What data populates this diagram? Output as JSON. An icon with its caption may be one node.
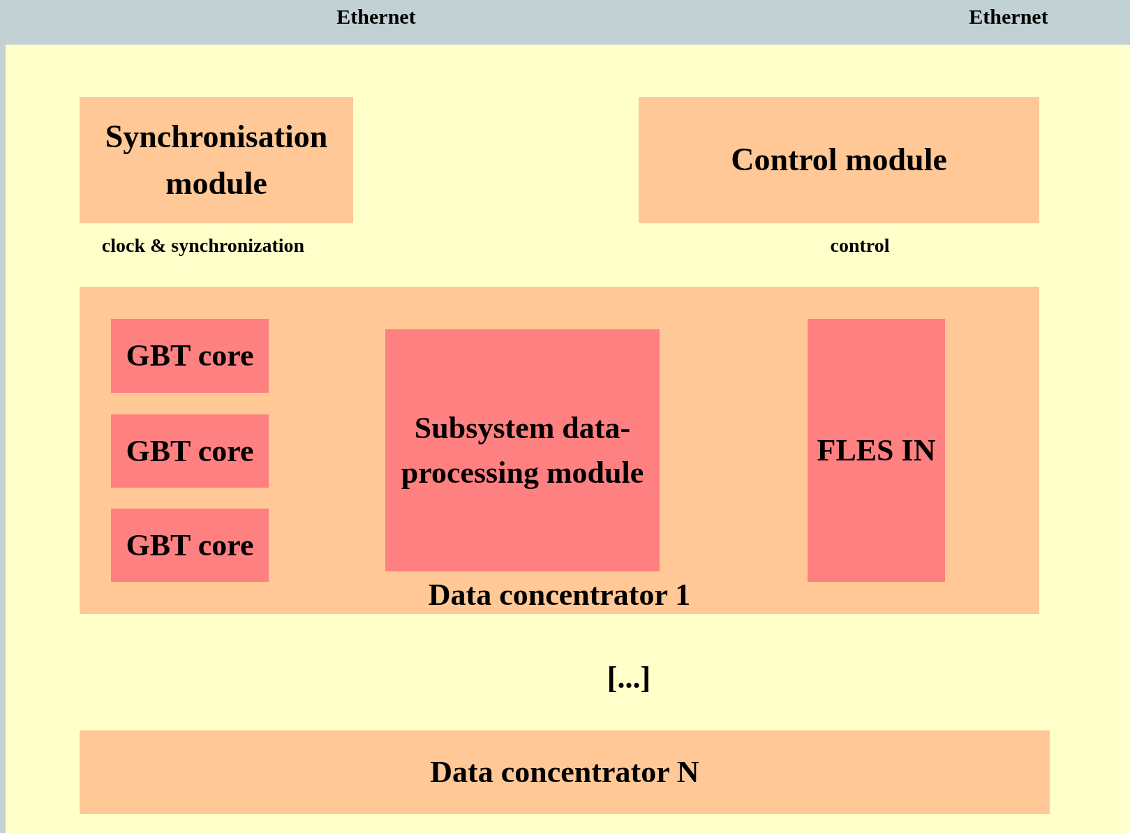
{
  "diagram": {
    "nodes": [
      {
        "text": [
          "Synchronisation module"
        ]
      },
      {
        "text": [
          "Control module"
        ]
      },
      {
        "text": [
          "Data concentrator 1"
        ]
      },
      {
        "text": [
          "GBT core"
        ],
        "in": 2
      },
      {
        "text": [
          "GBT core"
        ],
        "in": 2
      },
      {
        "text": [
          "GBT core"
        ],
        "in": 2
      },
      {
        "text": [
          "Subsystem data-processing module"
        ],
        "in": 2
      },
      {
        "text": [
          "FLES IN"
        ],
        "in": 2
      },
      {
        "text": [
          "Data concentrator N"
        ]
      }
    ],
    "labels": [
      "Ethernet",
      "Ethernet",
      "clock & synchronization",
      "control",
      "[...]"
    ]
  }
}
